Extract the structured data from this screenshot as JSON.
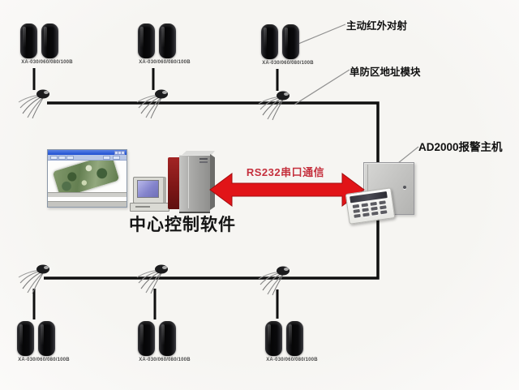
{
  "diagram": {
    "annotations": {
      "ir_beam": "主动红外对射",
      "zone_module": "单防区地址模块",
      "alarm_host": "AD2000报警主机",
      "rs232": "RS232串口通信",
      "center_software": "中心控制软件"
    },
    "device_labels": {
      "detector_model": "XA-030/060/080/100B"
    },
    "colors": {
      "arrow_red": "#e11418",
      "rs232_text": "#c5303d",
      "bus_line": "#0f0f0f",
      "leader_line": "#909090",
      "background": "#f7f6f4"
    }
  }
}
